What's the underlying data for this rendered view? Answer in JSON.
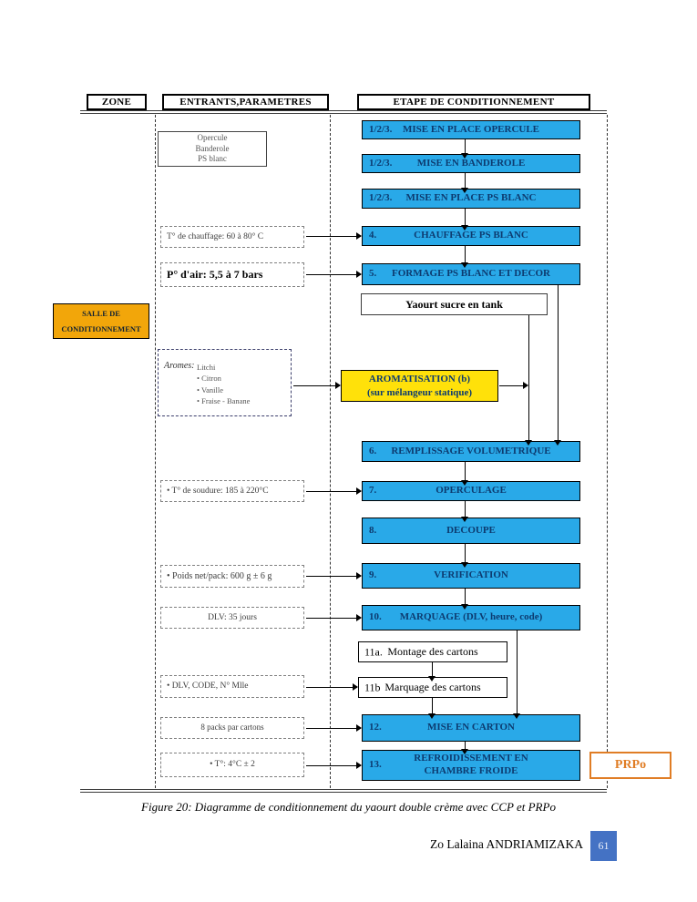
{
  "headers": {
    "zone": "ZONE",
    "entrants": "ENTRANTS,PARAMETRES",
    "etape": "ETAPE DE CONDITIONNEMENT"
  },
  "zone_box": {
    "line1": "SALLE DE",
    "line2": "CONDITIONNEMENT"
  },
  "params": {
    "materials": [
      "Opercule",
      "Banderole",
      "PS blanc"
    ],
    "chauffage": "T° de chauffage: 60 à 80° C",
    "air": "P° d'air: 5,5 à 7 bars",
    "aromes_label": "Aromes:",
    "aromes": [
      "Litchi",
      "• Citron",
      "• Vanille",
      "• Fraise - Banane"
    ],
    "soudure": "• T° de soudure: 185 à 220°C",
    "poids": "• Poids net/pack: 600 g ± 6 g",
    "dlv": "DLV: 35 jours",
    "dlv_code": "• DLV, CODE, N° Mlle",
    "packs": "8 packs par cartons",
    "temp": "• T°: 4°C ± 2"
  },
  "steps": [
    {
      "num": "1/2/3.",
      "label": "MISE EN PLACE OPERCULE"
    },
    {
      "num": "1/2/3.",
      "label": "MISE EN BANDEROLE"
    },
    {
      "num": "1/2/3.",
      "label": "MISE EN PLACE PS BLANC"
    },
    {
      "num": "4.",
      "label": "CHAUFFAGE PS BLANC"
    },
    {
      "num": "5.",
      "label": "FORMAGE PS BLANC ET DECOR"
    },
    {
      "num": "6.",
      "label": "REMPLISSAGE VOLUMETRIQUE"
    },
    {
      "num": "7.",
      "label": "OPERCULAGE"
    },
    {
      "num": "8.",
      "label": "DECOUPE"
    },
    {
      "num": "9.",
      "label": "VERIFICATION"
    },
    {
      "num": "10.",
      "label": "MARQUAGE (DLV, heure, code)"
    },
    {
      "num": "11a.",
      "label": "Montage des cartons"
    },
    {
      "num": "11b",
      "label": "Marquage des cartons"
    },
    {
      "num": "12.",
      "label": "MISE EN CARTON"
    },
    {
      "num": "13.",
      "label": "REFROIDISSEMENT EN CHAMBRE FROIDE"
    }
  ],
  "tank_label": "Yaourt sucre en tank",
  "aromatisation": {
    "line1": "AROMATISATION (b)",
    "line2": "(sur mélangeur statique)"
  },
  "prpo_label": "PRPo",
  "caption": "Figure 20: Diagramme de conditionnement du yaourt double crème avec CCP et PRPo",
  "footer": {
    "author": "Zo Lalaina ANDRIAMIZAKA",
    "page_number": "61"
  },
  "colors": {
    "step_blue": "#29A9E8",
    "step_text_navy": "#0D3B70",
    "aromatisation_yellow": "#FFE10A",
    "zone_orange": "#F2A60A",
    "prpo_orange": "#E07D25",
    "footer_blue": "#4472C4"
  }
}
